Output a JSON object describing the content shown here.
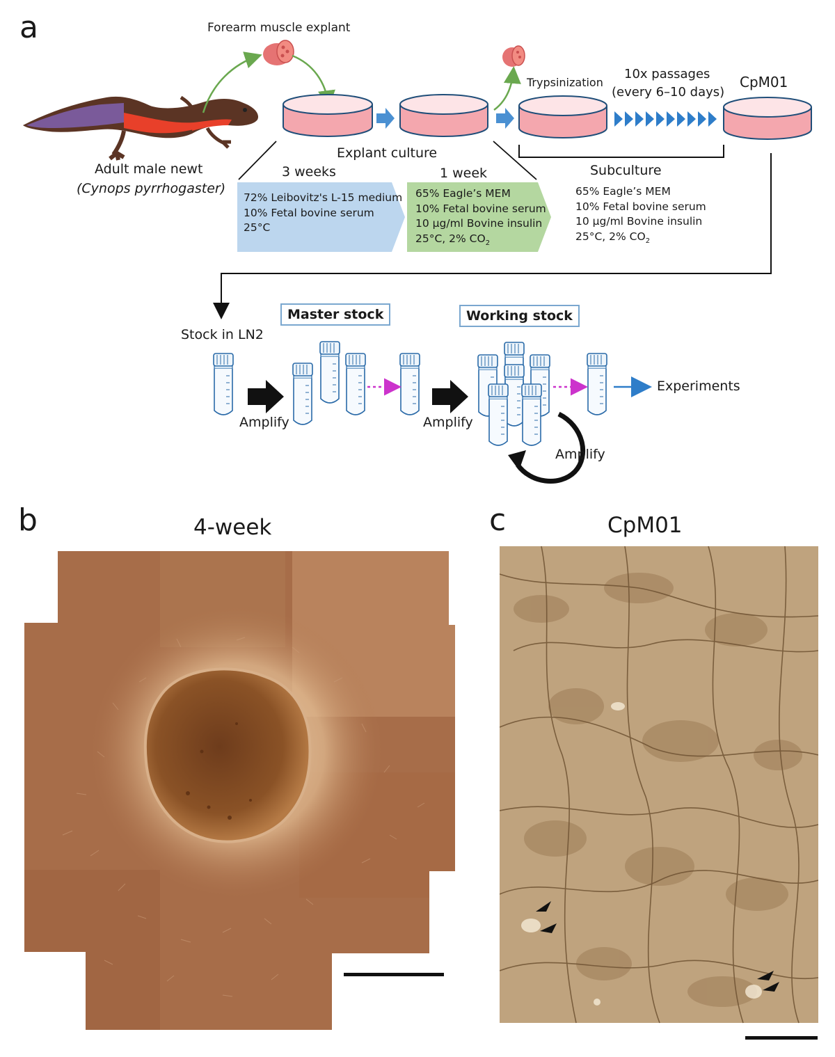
{
  "panel_a": {
    "letter": "a",
    "forearm_label": "Forearm muscle explant",
    "newt_label_line1": "Adult male newt",
    "newt_label_line2": "(Cynops pyrrhogaster)",
    "trypsinization": "Trypsinization",
    "passages_line1": "10x passages",
    "passages_line2": "(every 6–10 days)",
    "cell_line": "CpM01",
    "explant_culture": "Explant culture",
    "weeks3": "3 weeks",
    "week1": "1 week",
    "subculture": "Subculture",
    "medium_blue": [
      "72% Leibovitz's L-15 medium",
      "10% Fetal bovine serum",
      "25°C"
    ],
    "medium_green": [
      "65% Eagle’s MEM",
      "10% Fetal bovine serum",
      "10 µg/ml Bovine insulin",
      "25°C, 2% CO"
    ],
    "medium_sub": [
      "65% Eagle’s MEM",
      "10% Fetal bovine serum",
      "10 µg/ml Bovine insulin",
      "25°C, 2% CO"
    ],
    "co2_subscript": "2",
    "stock_in_ln2": "Stock in LN2",
    "master_stock": "Master stock",
    "working_stock": "Working stock",
    "amplify": "Amplify",
    "experiments": "Experiments",
    "colors": {
      "blue_box": "#bcd6ee",
      "green_box": "#b4d7a0",
      "dish_pink": "#f2a6ae",
      "arrow_blue": "#4a90d2",
      "chevron_blue": "#2e7dc9",
      "dotted_magenta": "#cc33cc",
      "green_arrow": "#6aa84f"
    }
  },
  "panel_b": {
    "letter": "b",
    "title": "4-week"
  },
  "panel_c": {
    "letter": "c",
    "title": "CpM01"
  }
}
